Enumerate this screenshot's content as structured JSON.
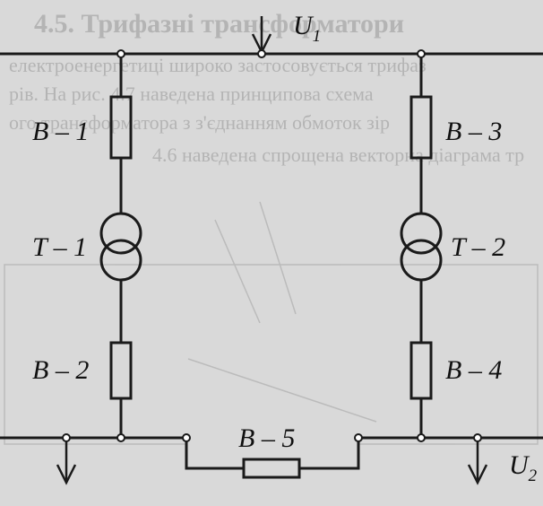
{
  "labels": {
    "u1": "U",
    "u1_sub": "1",
    "u2": "U",
    "u2_sub": "2",
    "b1": "B – 1",
    "b2": "B – 2",
    "b3": "B – 3",
    "b4": "B – 4",
    "b5": "B – 5",
    "t1": "T – 1",
    "t2": "T – 2"
  },
  "background_heading": "4.5. Трифазні трансформатори",
  "background_text": [
    "електроенергетиці широко застосовується трифаз",
    "рів. На рис. 4.7 наведена принципова схема",
    "ого трансформатора з з'єднанням обмоток зір",
    "4.6 наведена спрощена векторна діаграма тр"
  ],
  "colors": {
    "line": "#1a1a1a",
    "paper": "#d9d9d9",
    "show_through": "#b0b0b0"
  }
}
